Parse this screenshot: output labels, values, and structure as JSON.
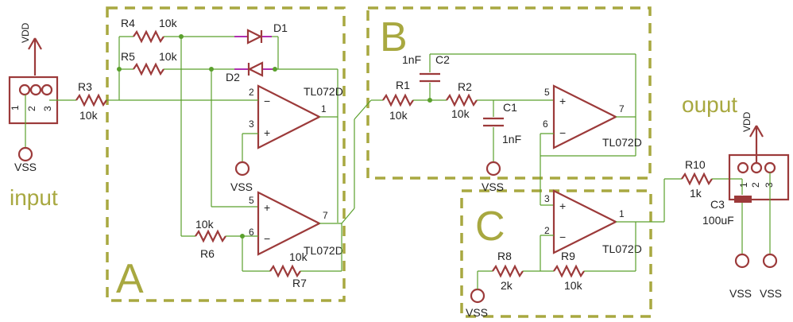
{
  "sections": {
    "a": "A",
    "b": "B",
    "c": "C"
  },
  "ports": {
    "input": "input",
    "output": "ouput"
  },
  "power": {
    "vdd": "VDD",
    "vss": "VSS"
  },
  "pins": {
    "p1": "1",
    "p2": "2",
    "p3": "3",
    "p5": "5",
    "p6": "6",
    "p7": "7",
    "plus": "+",
    "minus": "−"
  },
  "opamp": "TL072D",
  "components": {
    "r1": {
      "name": "R1",
      "value": "10k"
    },
    "r2": {
      "name": "R2",
      "value": "10k"
    },
    "r3": {
      "name": "R3",
      "value": "10k"
    },
    "r4": {
      "name": "R4",
      "value": "10k"
    },
    "r5": {
      "name": "R5",
      "value": "10k"
    },
    "r6": {
      "name": "R6",
      "value": "10k"
    },
    "r7": {
      "name": "R7",
      "value": "10k"
    },
    "r8": {
      "name": "R8",
      "value": "2k"
    },
    "r9": {
      "name": "R9",
      "value": "10k"
    },
    "r10": {
      "name": "R10",
      "value": "1k"
    },
    "c1": {
      "name": "C1",
      "value": "1nF"
    },
    "c2": {
      "name": "C2",
      "value": "1nF"
    },
    "c3": {
      "name": "C3",
      "value": "100uF"
    },
    "d1": {
      "name": "D1"
    },
    "d2": {
      "name": "D2"
    }
  }
}
